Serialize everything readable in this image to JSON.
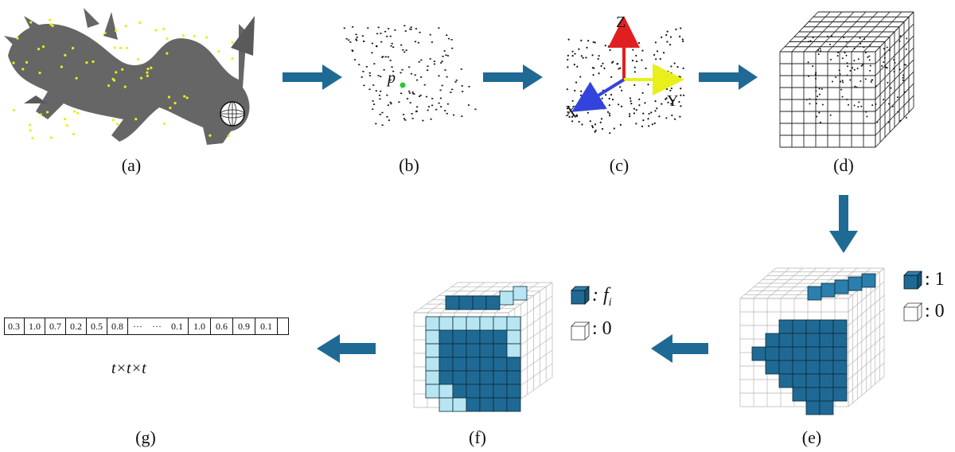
{
  "panels": {
    "a": "(a)",
    "b": "(b)",
    "c": "(c)",
    "d": "(d)",
    "e": "(e)",
    "f": "(f)",
    "g": "(g)"
  },
  "point_label": "p",
  "axes": {
    "z": "Z",
    "x": "X",
    "y": "Y"
  },
  "legend_e": {
    "filled": ": 1",
    "empty": ": 0"
  },
  "legend_f": {
    "filled": ": f",
    "filled_sub": "i",
    "empty": ": 0"
  },
  "feature_vector": {
    "values": [
      "0.3",
      "1.0",
      "0.7",
      "0.2",
      "0.5",
      "0.8",
      "···",
      "···",
      "0.1",
      "1.0",
      "0.6",
      "0.9",
      "0.1"
    ],
    "formula": "t×t×t"
  },
  "colors": {
    "arrow": "#1f6a94",
    "voxel_dark": "#1f6a94",
    "voxel_light": "#b7e6f2",
    "axis_z": "#e02020",
    "axis_x": "#3344dd",
    "axis_y": "#e8ef1a",
    "point_green": "#22cc33",
    "dragon": "#666666",
    "sample_dot": "#e8ef1a"
  }
}
